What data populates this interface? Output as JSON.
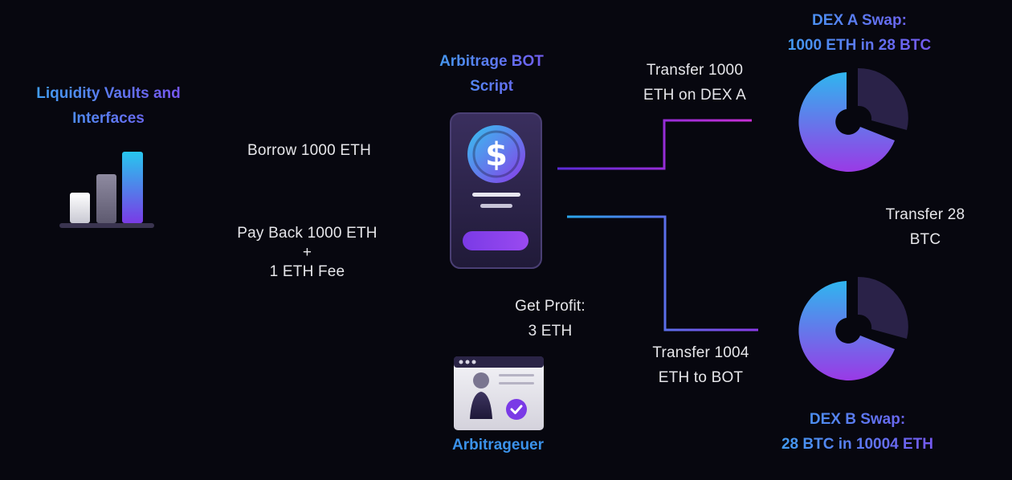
{
  "nodes": {
    "liquidity": {
      "title_line1": "Liquidity Vaults and",
      "title_line2": "Interfaces"
    },
    "bot": {
      "title_line1": "Arbitrage BOT",
      "title_line2": "Script",
      "icon": "dollar-icon"
    },
    "arbitrageur": {
      "title": "Arbitrageuer"
    },
    "dex_a": {
      "title_line1": "DEX A Swap:",
      "title_line2": "1000 ETH in 28 BTC"
    },
    "dex_b": {
      "title_line1": "DEX B Swap:",
      "title_line2": "28 BTC in 10004 ETH"
    }
  },
  "edges": {
    "borrow": {
      "label": "Borrow 1000 ETH"
    },
    "payback": {
      "line1": "Pay Back 1000 ETH",
      "line2": "+",
      "line3": "1 ETH Fee"
    },
    "profit": {
      "line1": "Get Profit:",
      "line2": "3 ETH"
    },
    "transfer_a": {
      "line1": "Transfer 1000",
      "line2": "ETH on DEX A"
    },
    "transfer_btc": {
      "line1": "Transfer 28",
      "line2": "BTC"
    },
    "transfer_bot": {
      "line1": "Transfer 1004",
      "line2": "ETH to BOT"
    }
  },
  "colors": {
    "background": "#07070f",
    "accent_blue": "#3aa7f2",
    "accent_purple": "#7d4df0",
    "magenta": "#c62fd6"
  }
}
